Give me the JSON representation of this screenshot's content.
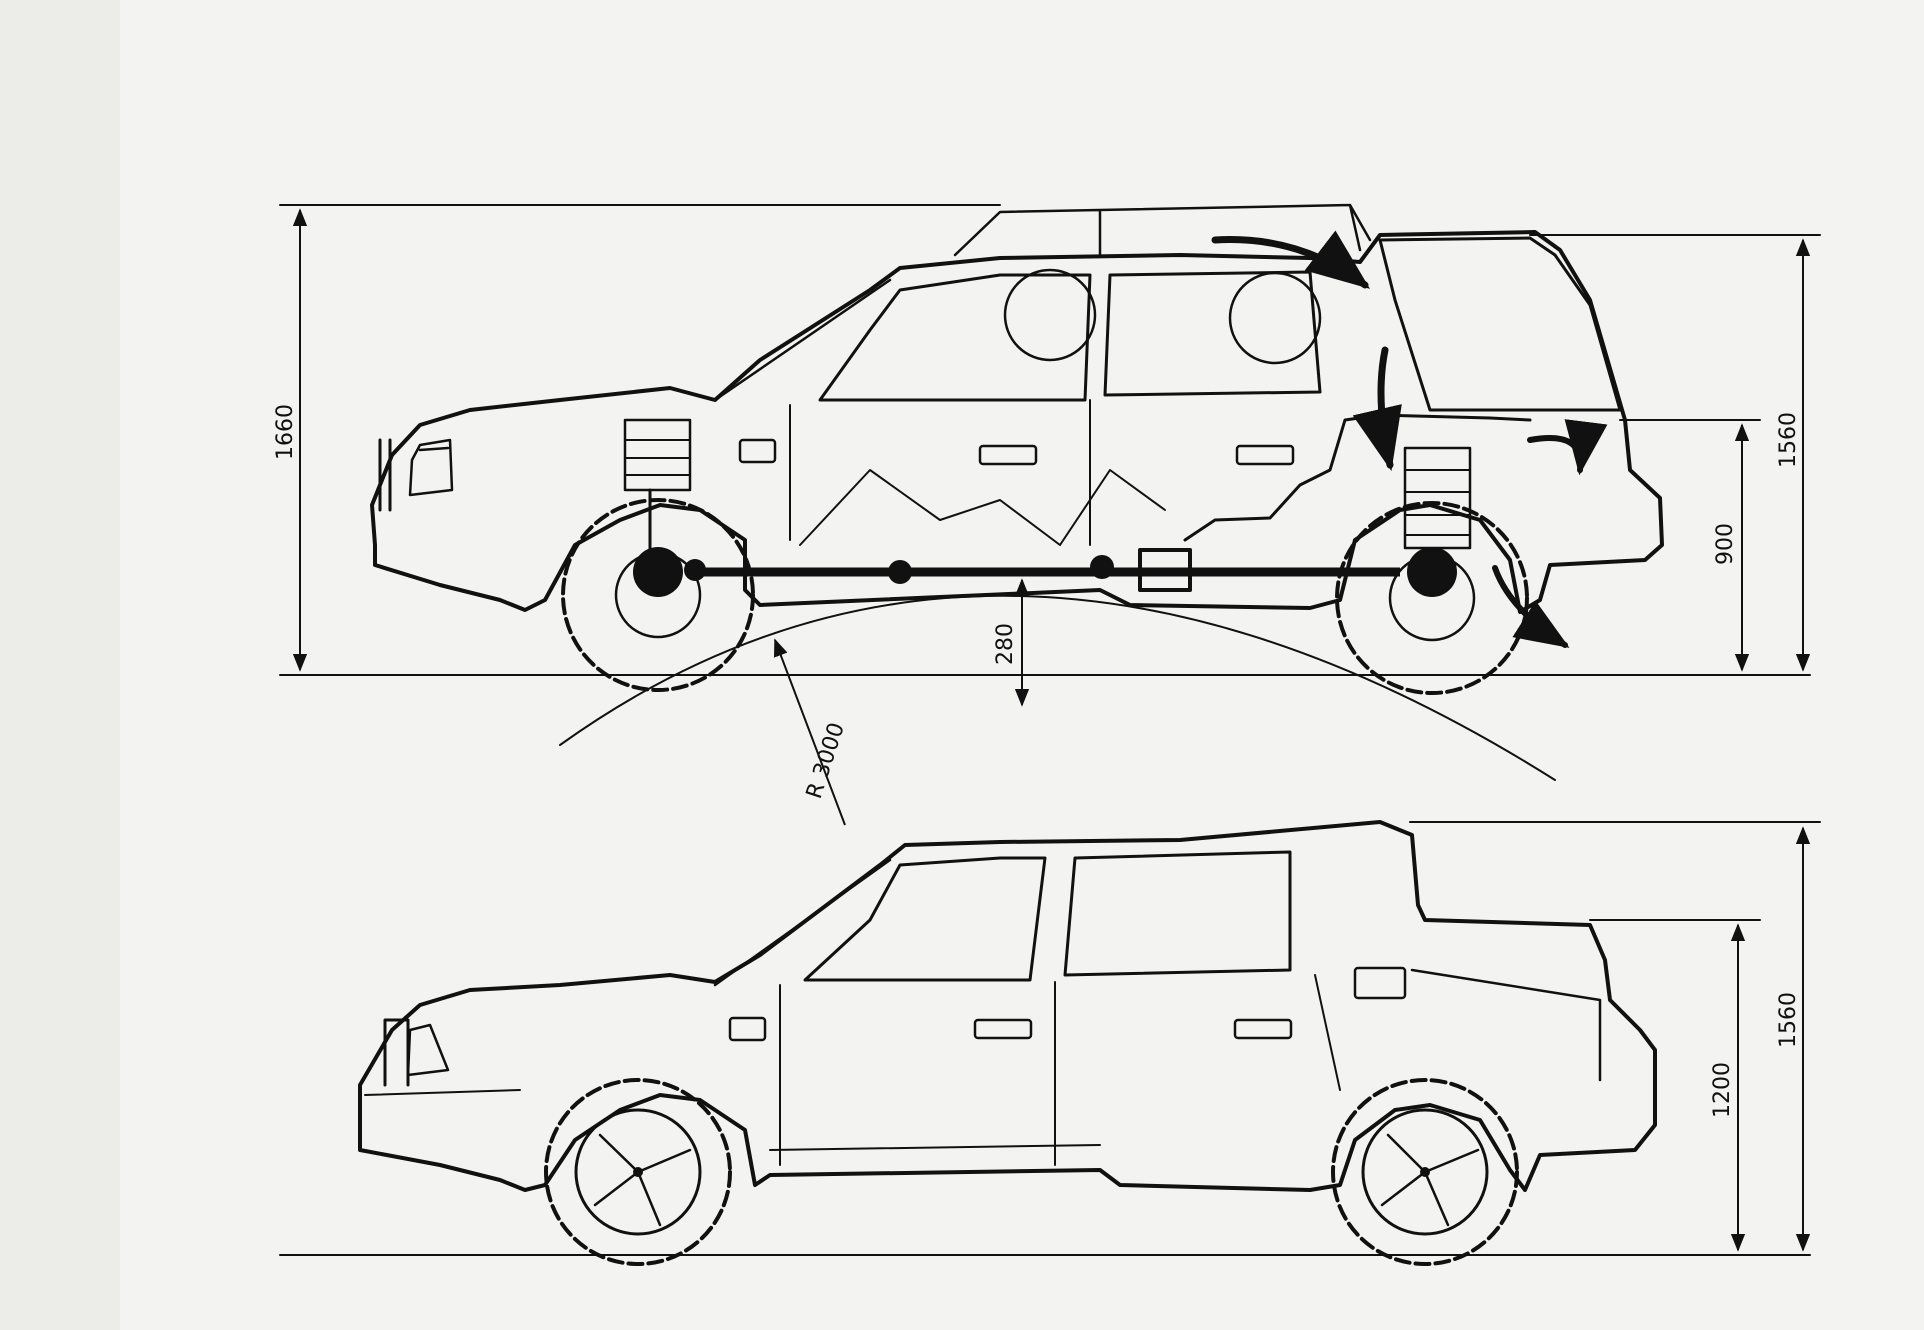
{
  "drawing": {
    "upper_view": {
      "dimensions": {
        "overall_height": "1660",
        "roof_height": "1560",
        "floor_height": "900",
        "ground_clearance": "280",
        "ramp_radius": "R 3000"
      }
    },
    "lower_view": {
      "dimensions": {
        "overall_height": "1560",
        "bed_height": "1200"
      }
    }
  }
}
